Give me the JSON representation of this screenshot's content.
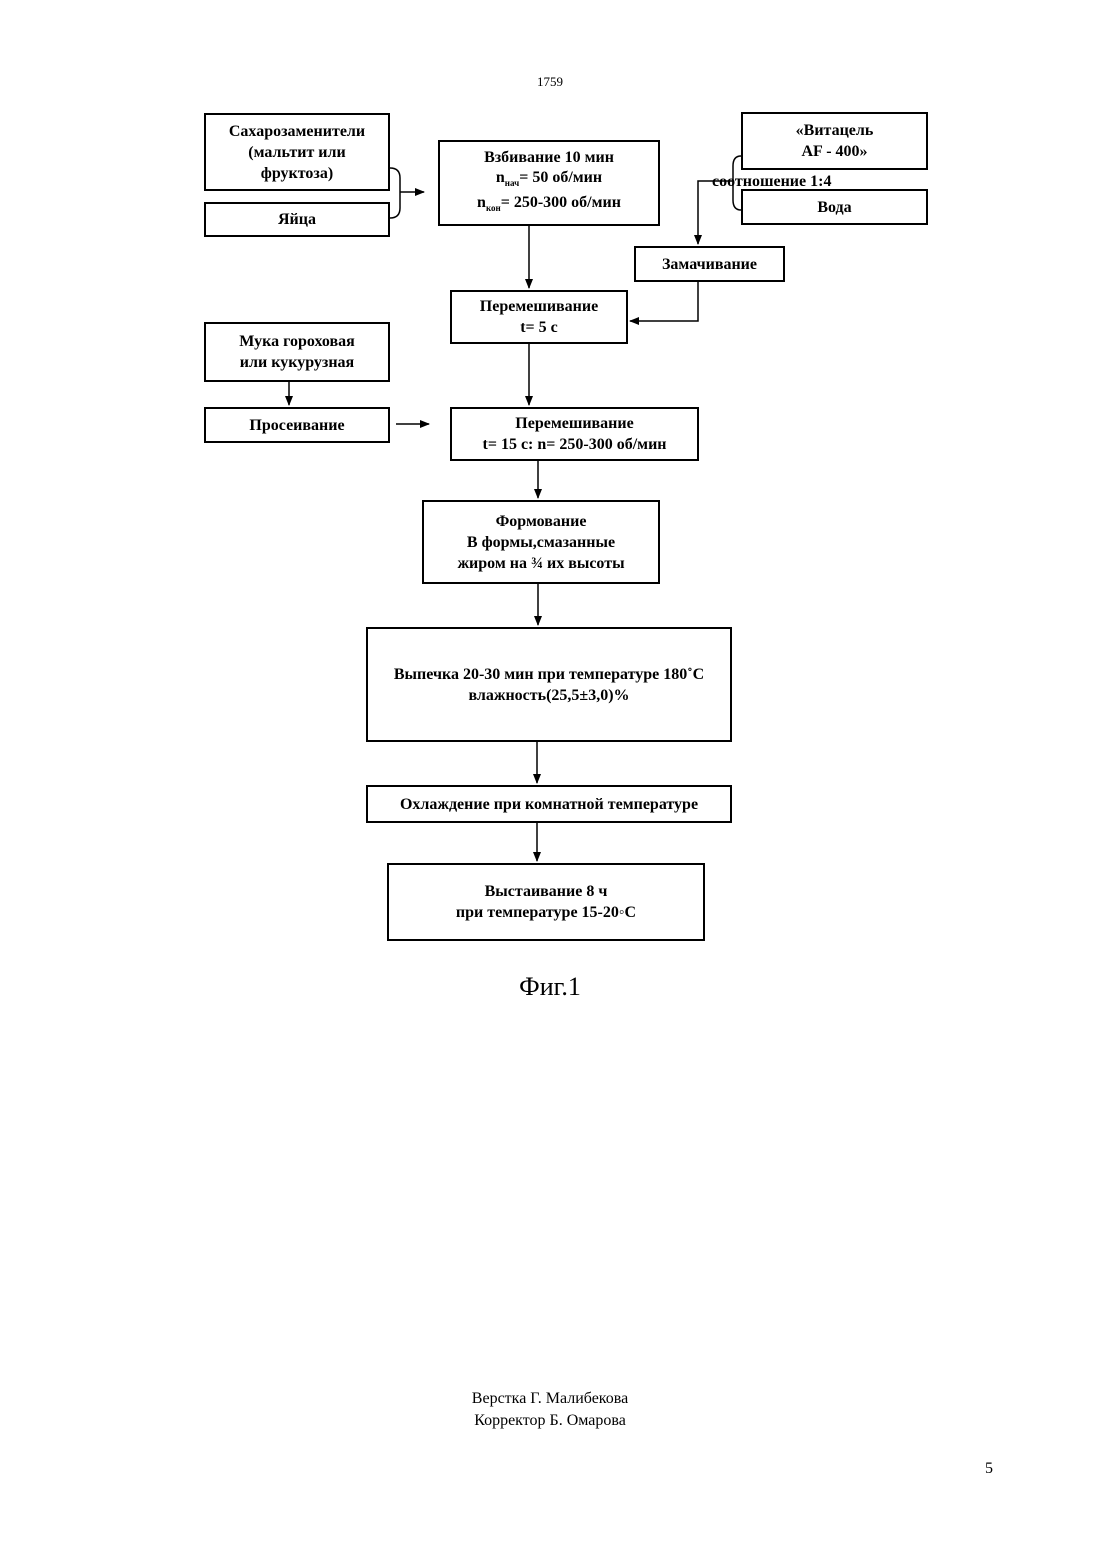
{
  "header": {
    "page_code": "1759"
  },
  "boxes": {
    "sweeteners": [
      "Сахарозаменители",
      "(мальтит или",
      "фруктоза)"
    ],
    "eggs": [
      "Яйца"
    ],
    "whipping": [
      "Взбивание 10 мин",
      "n",
      "= 50 об/мин",
      "n",
      "= 250-300 об/мин"
    ],
    "whipping_sub": {
      "start": "нач",
      "end": "кон"
    },
    "vitacel": [
      "«Витацель",
      "AF - 400»"
    ],
    "water": [
      "Вода"
    ],
    "soaking": [
      "Замачивание"
    ],
    "mix1": [
      "Перемешивание",
      "t= 5 с"
    ],
    "flour": [
      "Мука гороховая",
      "или кукурузная"
    ],
    "sifting": [
      "Просеивание"
    ],
    "mix2": [
      "Перемешивание",
      "t= 15 с: n= 250-300 об/мин"
    ],
    "forming": [
      "Формование",
      "В формы,смазанные",
      "жиром на ¾ их высоты"
    ],
    "baking": [
      "Выпечка 20-30 мин при температуре 180˚С",
      "влажность(25,5±3,0)%"
    ],
    "cooling": [
      "Охлаждение при комнатной  температуре"
    ],
    "resting": [
      "Выстаивание 8 ч",
      "при температуре 15-20◦С"
    ]
  },
  "ratio_label": "соотношение 1:4",
  "figure_caption": "Фиг.1",
  "credits": [
    "Верстка Г. Малибекова",
    "Корректор Б. Омарова"
  ],
  "page_number": "5"
}
